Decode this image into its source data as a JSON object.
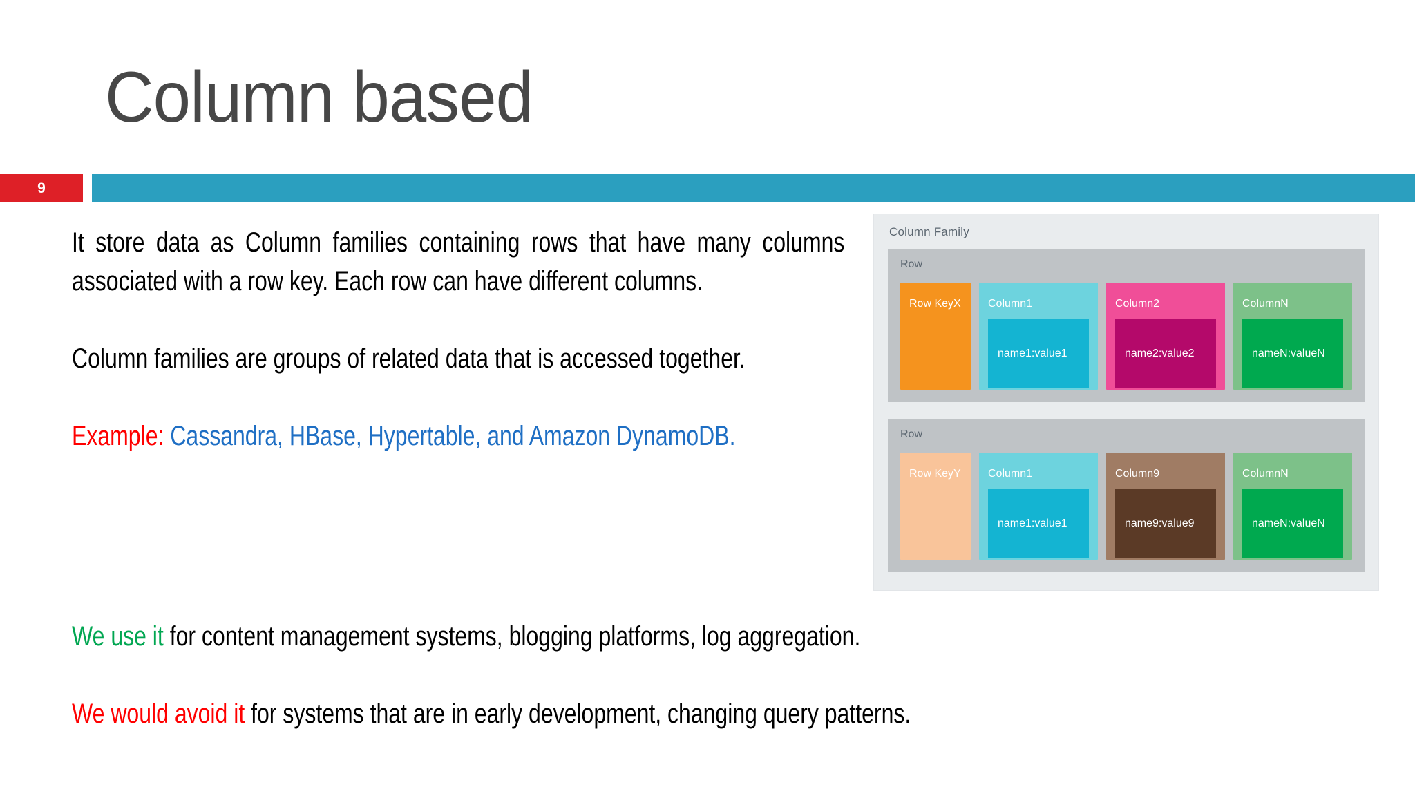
{
  "slide": {
    "title": "Column based",
    "page_number": "9",
    "accent_color": "#2B9FBF",
    "badge_color": "#DE2027",
    "title_color": "#474747"
  },
  "body": {
    "paragraph_1": "It store data as Column families containing rows that have many columns associated with a row key. Each row can have different columns.",
    "paragraph_2": "Column families are groups of related data that is accessed together.",
    "example_label": "Example:",
    "example_list": "Cassandra, HBase, Hypertable, and Amazon DynamoDB.",
    "use_highlight": "We use it",
    "use_rest": " for content management systems, blogging platforms, log aggregation.",
    "avoid_highlight": "We would avoid it",
    "avoid_rest": " for systems that are in early development, changing query patterns."
  },
  "colors": {
    "red": "#FF0000",
    "blue": "#1F6FC4",
    "green": "#00A651",
    "orange": "#F5931E",
    "peach": "#F9C49A",
    "cyan_light": "#6DD3DE",
    "cyan_dark": "#14B4D2",
    "pink_light": "#F04E98",
    "pink_dark": "#B4096A",
    "brown_light": "#A07C64",
    "brown_dark": "#5B3A26",
    "green_light": "#7DC189",
    "green_dark": "#00A94F",
    "row_band": "#BFC3C6",
    "panel": "#E9ECEE"
  },
  "diagram": {
    "title": "Column Family",
    "rows": [
      {
        "label": "Row",
        "cells": [
          {
            "type": "rowkey",
            "label": "Row KeyX",
            "value": "",
            "bg": "#F5931E",
            "value_bg": ""
          },
          {
            "type": "column",
            "label": "Column1",
            "value": "name1:value1",
            "bg": "#6DD3DE",
            "value_bg": "#14B4D2"
          },
          {
            "type": "column",
            "label": "Column2",
            "value": "name2:value2",
            "bg": "#F04E98",
            "value_bg": "#B4096A"
          },
          {
            "type": "column",
            "label": "ColumnN",
            "value": "nameN:valueN",
            "bg": "#7DC189",
            "value_bg": "#00A94F"
          }
        ]
      },
      {
        "label": "Row",
        "cells": [
          {
            "type": "rowkey",
            "label": "Row KeyY",
            "value": "",
            "bg": "#F9C49A",
            "value_bg": ""
          },
          {
            "type": "column",
            "label": "Column1",
            "value": "name1:value1",
            "bg": "#6DD3DE",
            "value_bg": "#14B4D2"
          },
          {
            "type": "column",
            "label": "Column9",
            "value": "name9:value9",
            "bg": "#A07C64",
            "value_bg": "#5B3A26"
          },
          {
            "type": "column",
            "label": "ColumnN",
            "value": "nameN:valueN",
            "bg": "#7DC189",
            "value_bg": "#00A94F"
          }
        ]
      }
    ]
  }
}
